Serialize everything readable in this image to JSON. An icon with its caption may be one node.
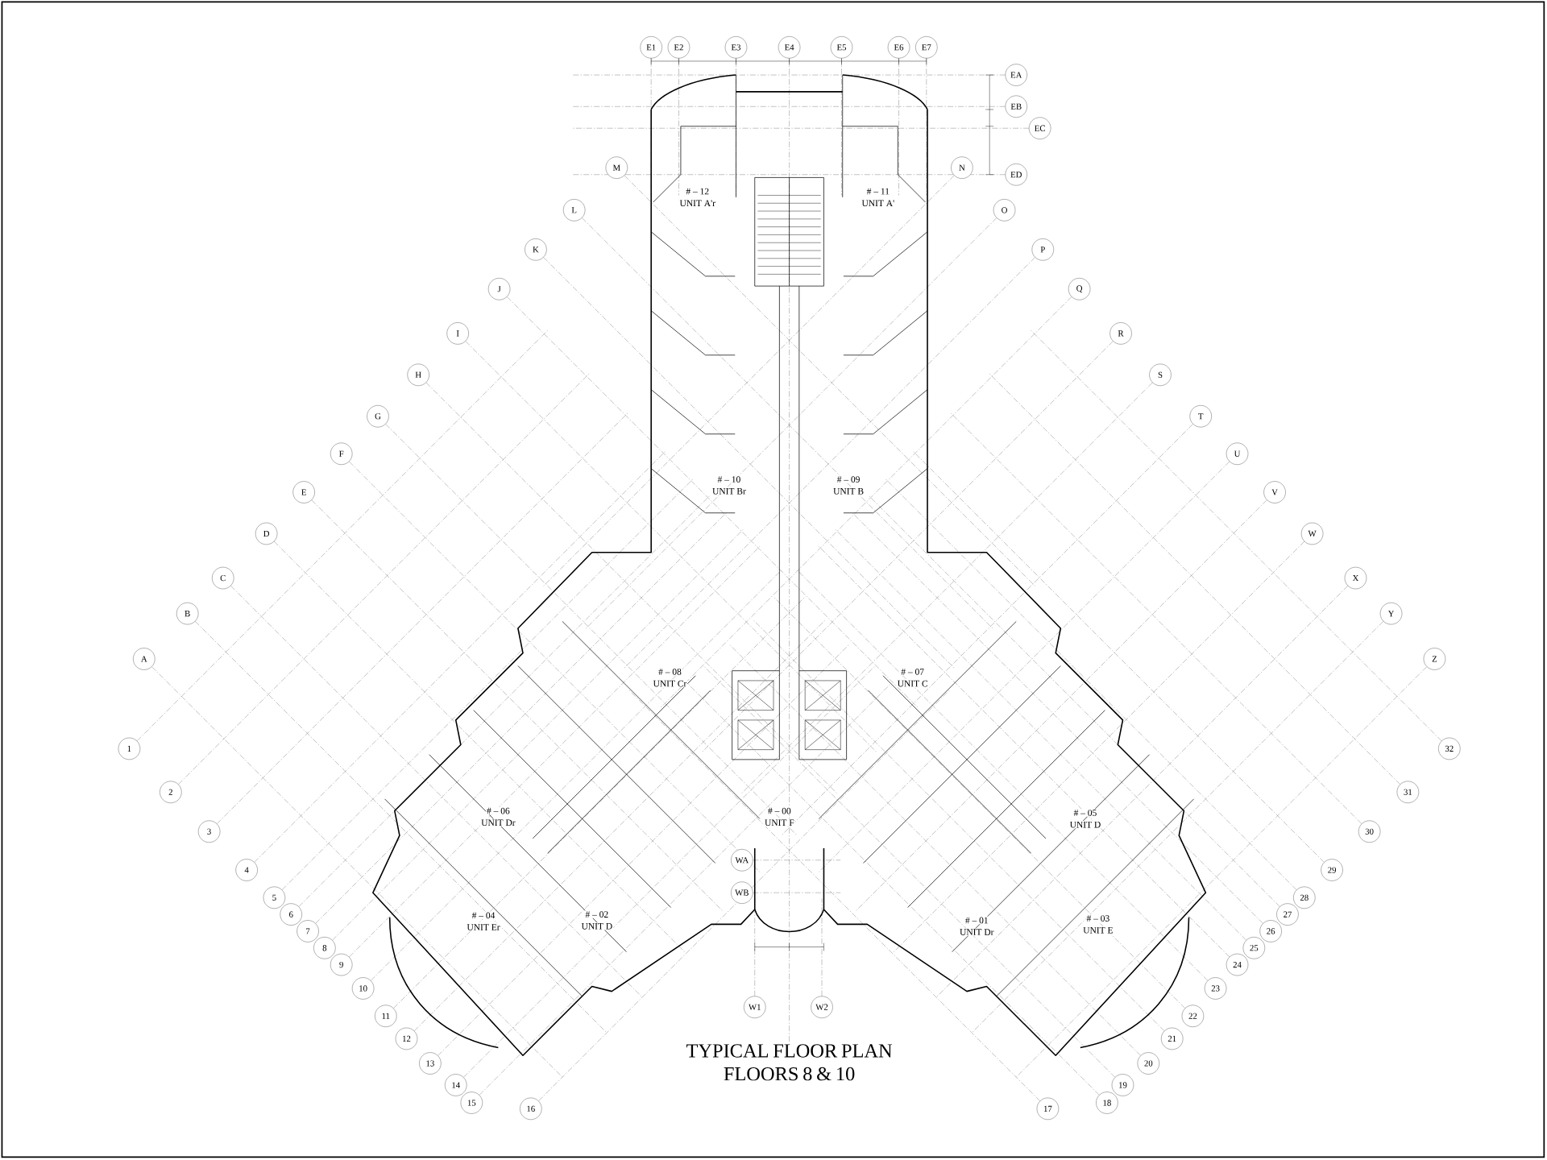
{
  "diagram": {
    "title": "TYPICAL FLOOR PLAN FLOORS 8 & 10",
    "labels": [
      "E1",
      "E2",
      "E3",
      "E4",
      "E5",
      "E6",
      "E7",
      "EA",
      "EB",
      "EC",
      "ED",
      "A",
      "B",
      "C",
      "D",
      "E",
      "F",
      "G",
      "H",
      "I",
      "J",
      "K",
      "L",
      "M",
      "N",
      "O",
      "P",
      "Q",
      "R",
      "S",
      "T",
      "U",
      "V",
      "W",
      "X",
      "Y",
      "Z",
      "1",
      "2",
      "3",
      "4",
      "5",
      "6",
      "7",
      "8",
      "9",
      "10",
      "11",
      "12",
      "13",
      "14",
      "15",
      "16",
      "17",
      "18",
      "19",
      "20",
      "21",
      "22",
      "23",
      "24",
      "25",
      "26",
      "27",
      "28",
      "29",
      "30",
      "31",
      "32",
      "WA",
      "WB",
      "W1",
      "W2",
      "# – 12",
      "UNIT A'r",
      "# – 11",
      "UNIT A'",
      "# – 10",
      "UNIT Br",
      "# – 09",
      "UNIT B",
      "# – 08",
      "UNIT Cr",
      "# – 07",
      "UNIT C",
      "# – 06",
      "UNIT Dr",
      "# – 00",
      "UNIT F",
      "# – 05",
      "UNIT D",
      "# – 04",
      "UNIT Er",
      "# – 02",
      "UNIT D",
      "# – 01",
      "UNIT Dr",
      "# – 03",
      "UNIT E"
    ]
  }
}
